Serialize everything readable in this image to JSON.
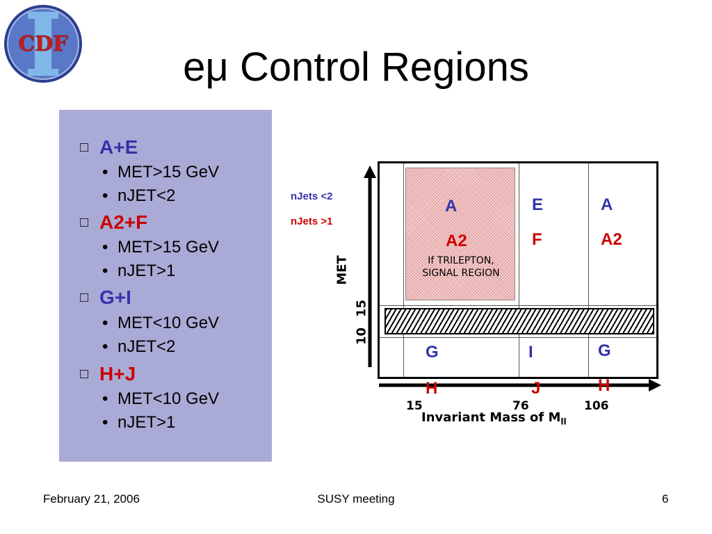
{
  "logo": {
    "text": "CDF",
    "numeral": "II"
  },
  "title": "eμ Control Regions",
  "panel": {
    "groups": [
      {
        "heading": "A+E",
        "color": "#3333aa",
        "items": [
          "MET>15 GeV",
          "nJET<2"
        ]
      },
      {
        "heading": "A2+F",
        "color": "#cc0000",
        "items": [
          "MET>15 GeV",
          "nJET>1"
        ]
      },
      {
        "heading": "G+I",
        "color": "#3333aa",
        "items": [
          "MET<10 GeV",
          "nJET<2"
        ]
      },
      {
        "heading": "H+J",
        "color": "#cc0000",
        "items": [
          "MET<10 GeV",
          "nJET>1"
        ]
      }
    ],
    "box_glyph": "□",
    "bullet_glyph": "•"
  },
  "diagram": {
    "legend": {
      "low": "nJets <2",
      "high": "nJets >1"
    },
    "y_axis_label": "MET",
    "y_ticks": [
      "10",
      "15"
    ],
    "x_axis_label": "Invariant Mass of M",
    "x_axis_sub": "ll",
    "x_ticks": [
      "15",
      "76",
      "106"
    ],
    "signal_note": "If TRILEPTON,\nSIGNAL REGION",
    "cells": {
      "col1_top_blue": "A",
      "col1_top_red": "A2",
      "col2_top_blue": "E",
      "col2_top_red": "F",
      "col3_top_blue": "A",
      "col3_top_red": "A2",
      "col1_bot_blue": "G",
      "col1_bot_red": "H",
      "col2_bot_blue": "I",
      "col2_bot_red": "J",
      "col3_bot_blue": "G",
      "col3_bot_red": "H"
    }
  },
  "footer": {
    "date": "February 21, 2006",
    "meeting": "SUSY meeting",
    "page": "6"
  }
}
